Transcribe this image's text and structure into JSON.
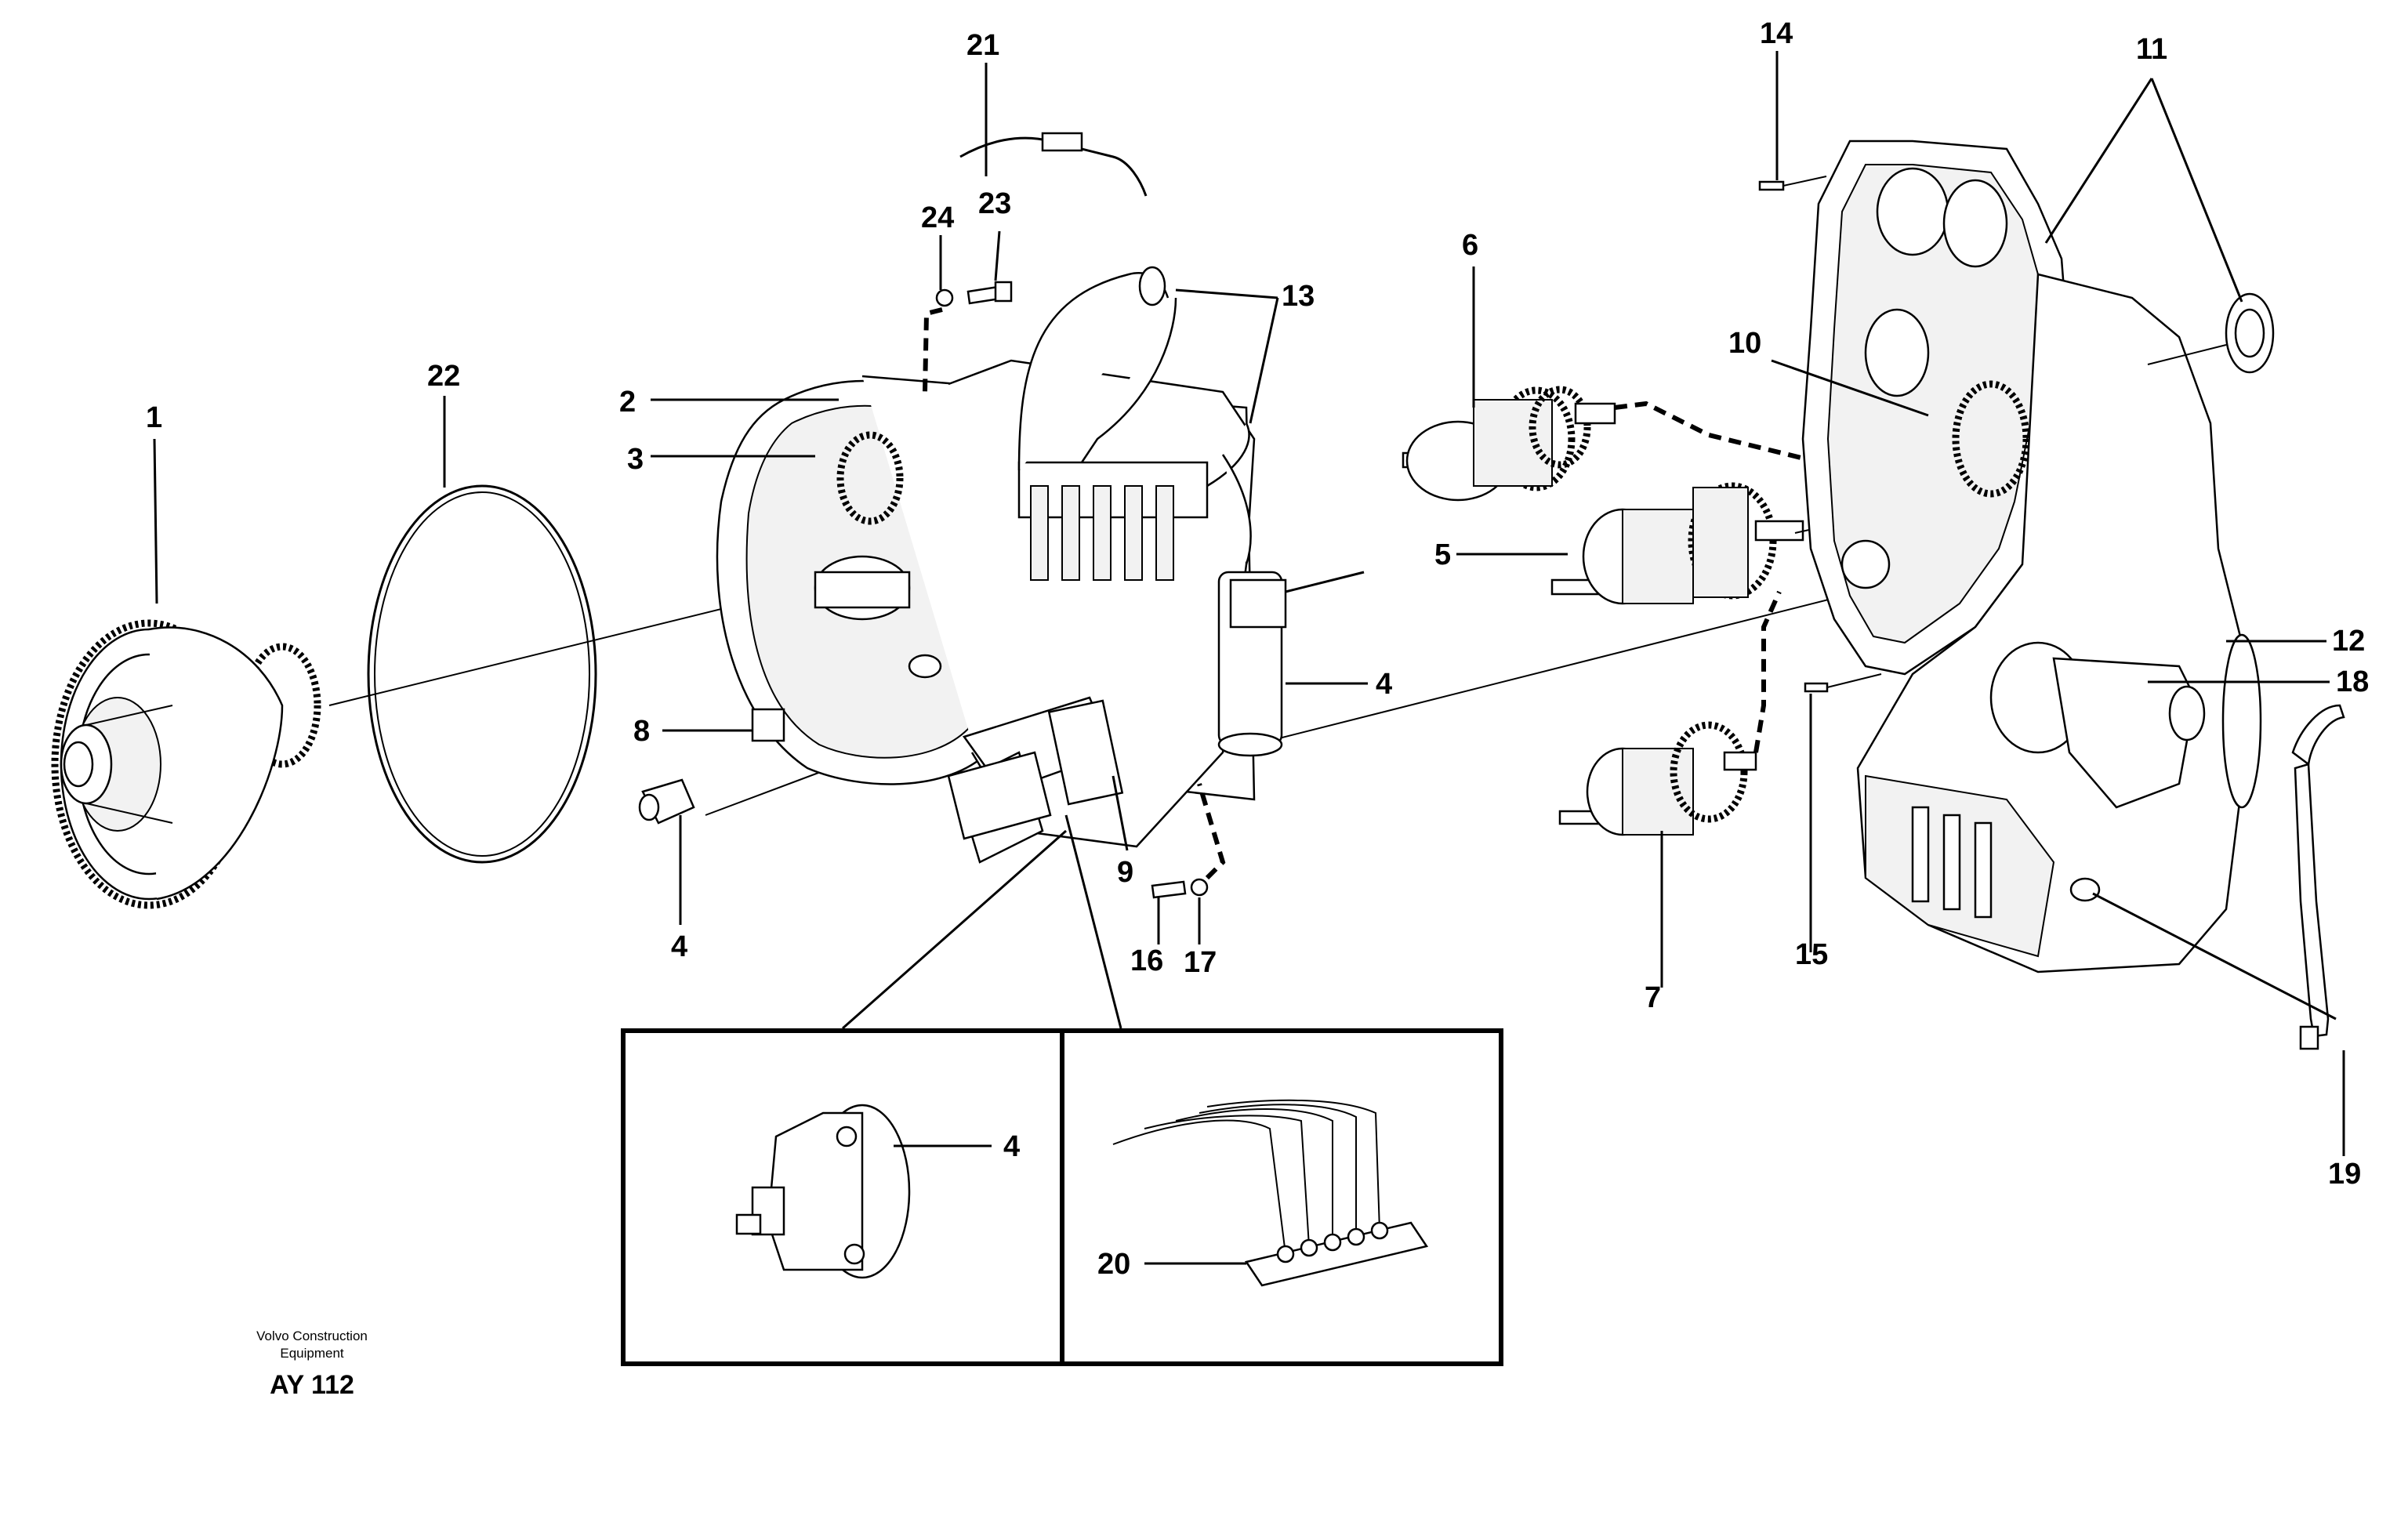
{
  "callouts": {
    "c1": "1",
    "c2": "2",
    "c3": "3",
    "c4a": "4",
    "c4b": "4",
    "c4c": "4",
    "c5": "5",
    "c6": "6",
    "c7": "7",
    "c8": "8",
    "c9": "9",
    "c10": "10",
    "c11": "11",
    "c12": "12",
    "c13": "13",
    "c14": "14",
    "c15": "15",
    "c16": "16",
    "c17": "17",
    "c18": "18",
    "c19": "19",
    "c20": "20",
    "c21": "21",
    "c22": "22",
    "c23": "23",
    "c24": "24"
  },
  "footer": {
    "company_line1": "Volvo Construction",
    "company_line2": "Equipment",
    "drawing_code": "AY 112"
  }
}
